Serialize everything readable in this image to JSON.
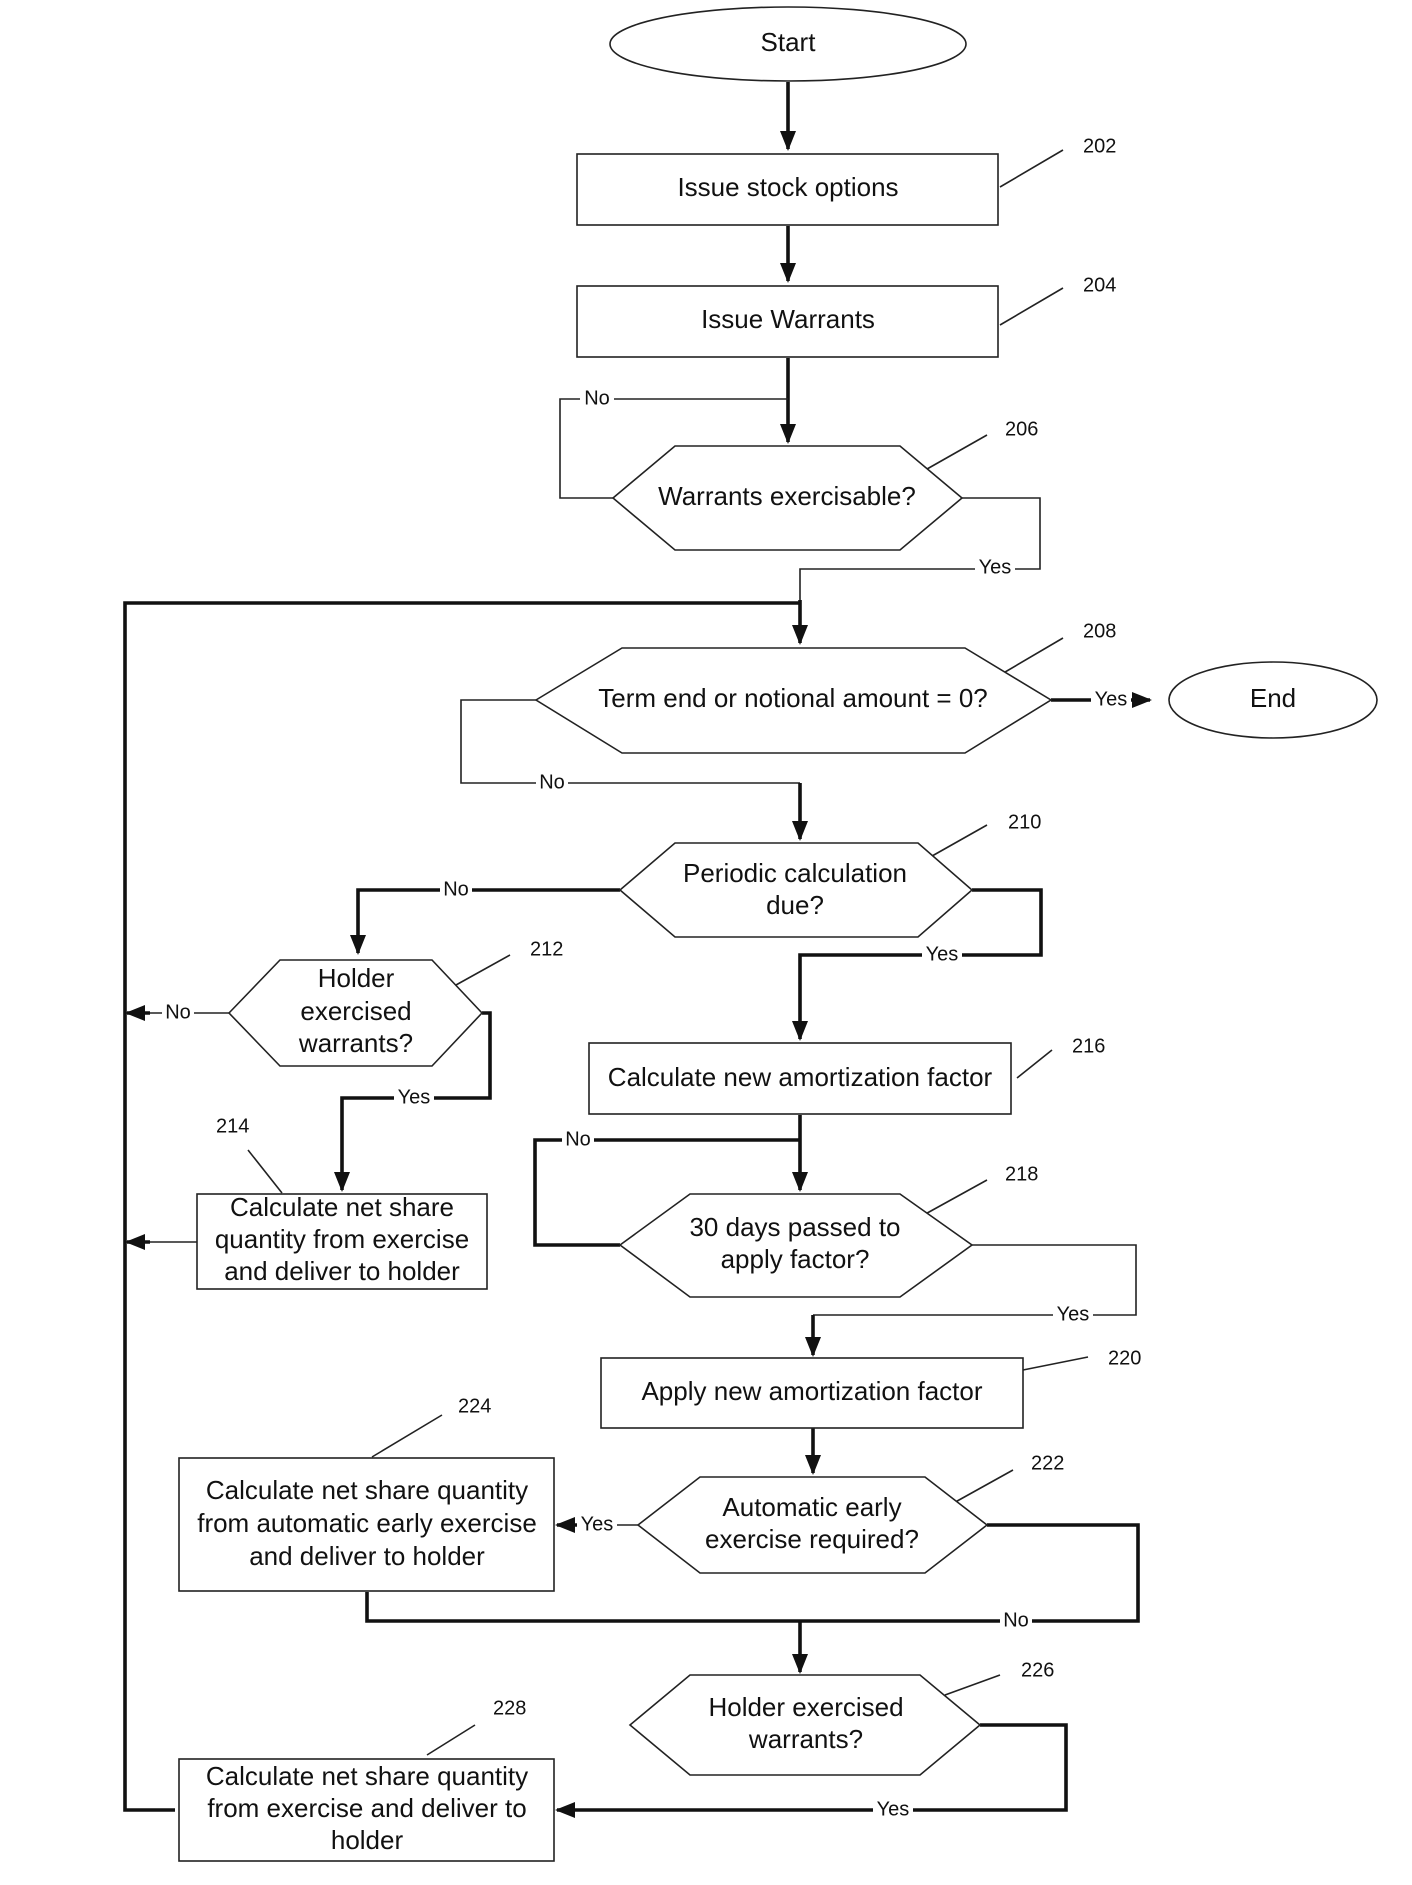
{
  "nodes": {
    "start": "Start",
    "end": "End",
    "issue_stock_options": "Issue stock options",
    "issue_warrants": "Issue Warrants",
    "warrants_exercisable": "Warrants exercisable?",
    "term_end": "Term end or notional amount = 0?",
    "periodic_calc": [
      "Periodic calculation",
      "due?"
    ],
    "holder_exercised_212": [
      "Holder",
      "exercised",
      "warrants?"
    ],
    "calc_net_214": [
      "Calculate net share",
      "quantity from exercise",
      "and deliver to holder"
    ],
    "calc_amort": "Calculate new amortization factor",
    "days_passed": [
      "30 days passed to",
      "apply factor?"
    ],
    "apply_amort": "Apply new amortization factor",
    "auto_early": [
      "Automatic early",
      "exercise required?"
    ],
    "calc_net_224": [
      "Calculate net share quantity",
      "from automatic early exercise",
      "and deliver to holder"
    ],
    "holder_exercised_226": [
      "Holder exercised",
      "warrants?"
    ],
    "calc_net_228": [
      "Calculate net share quantity",
      "from exercise and deliver to",
      "holder"
    ]
  },
  "edge_labels": {
    "yes": "Yes",
    "no": "No"
  },
  "refs": {
    "r202": "202",
    "r204": "204",
    "r206": "206",
    "r208": "208",
    "r210": "210",
    "r212": "212",
    "r214": "214",
    "r216": "216",
    "r218": "218",
    "r220": "220",
    "r222": "222",
    "r224": "224",
    "r226": "226",
    "r228": "228"
  },
  "colors": {
    "stroke": "#222222",
    "fill": "#ffffff",
    "text": "#111111"
  }
}
